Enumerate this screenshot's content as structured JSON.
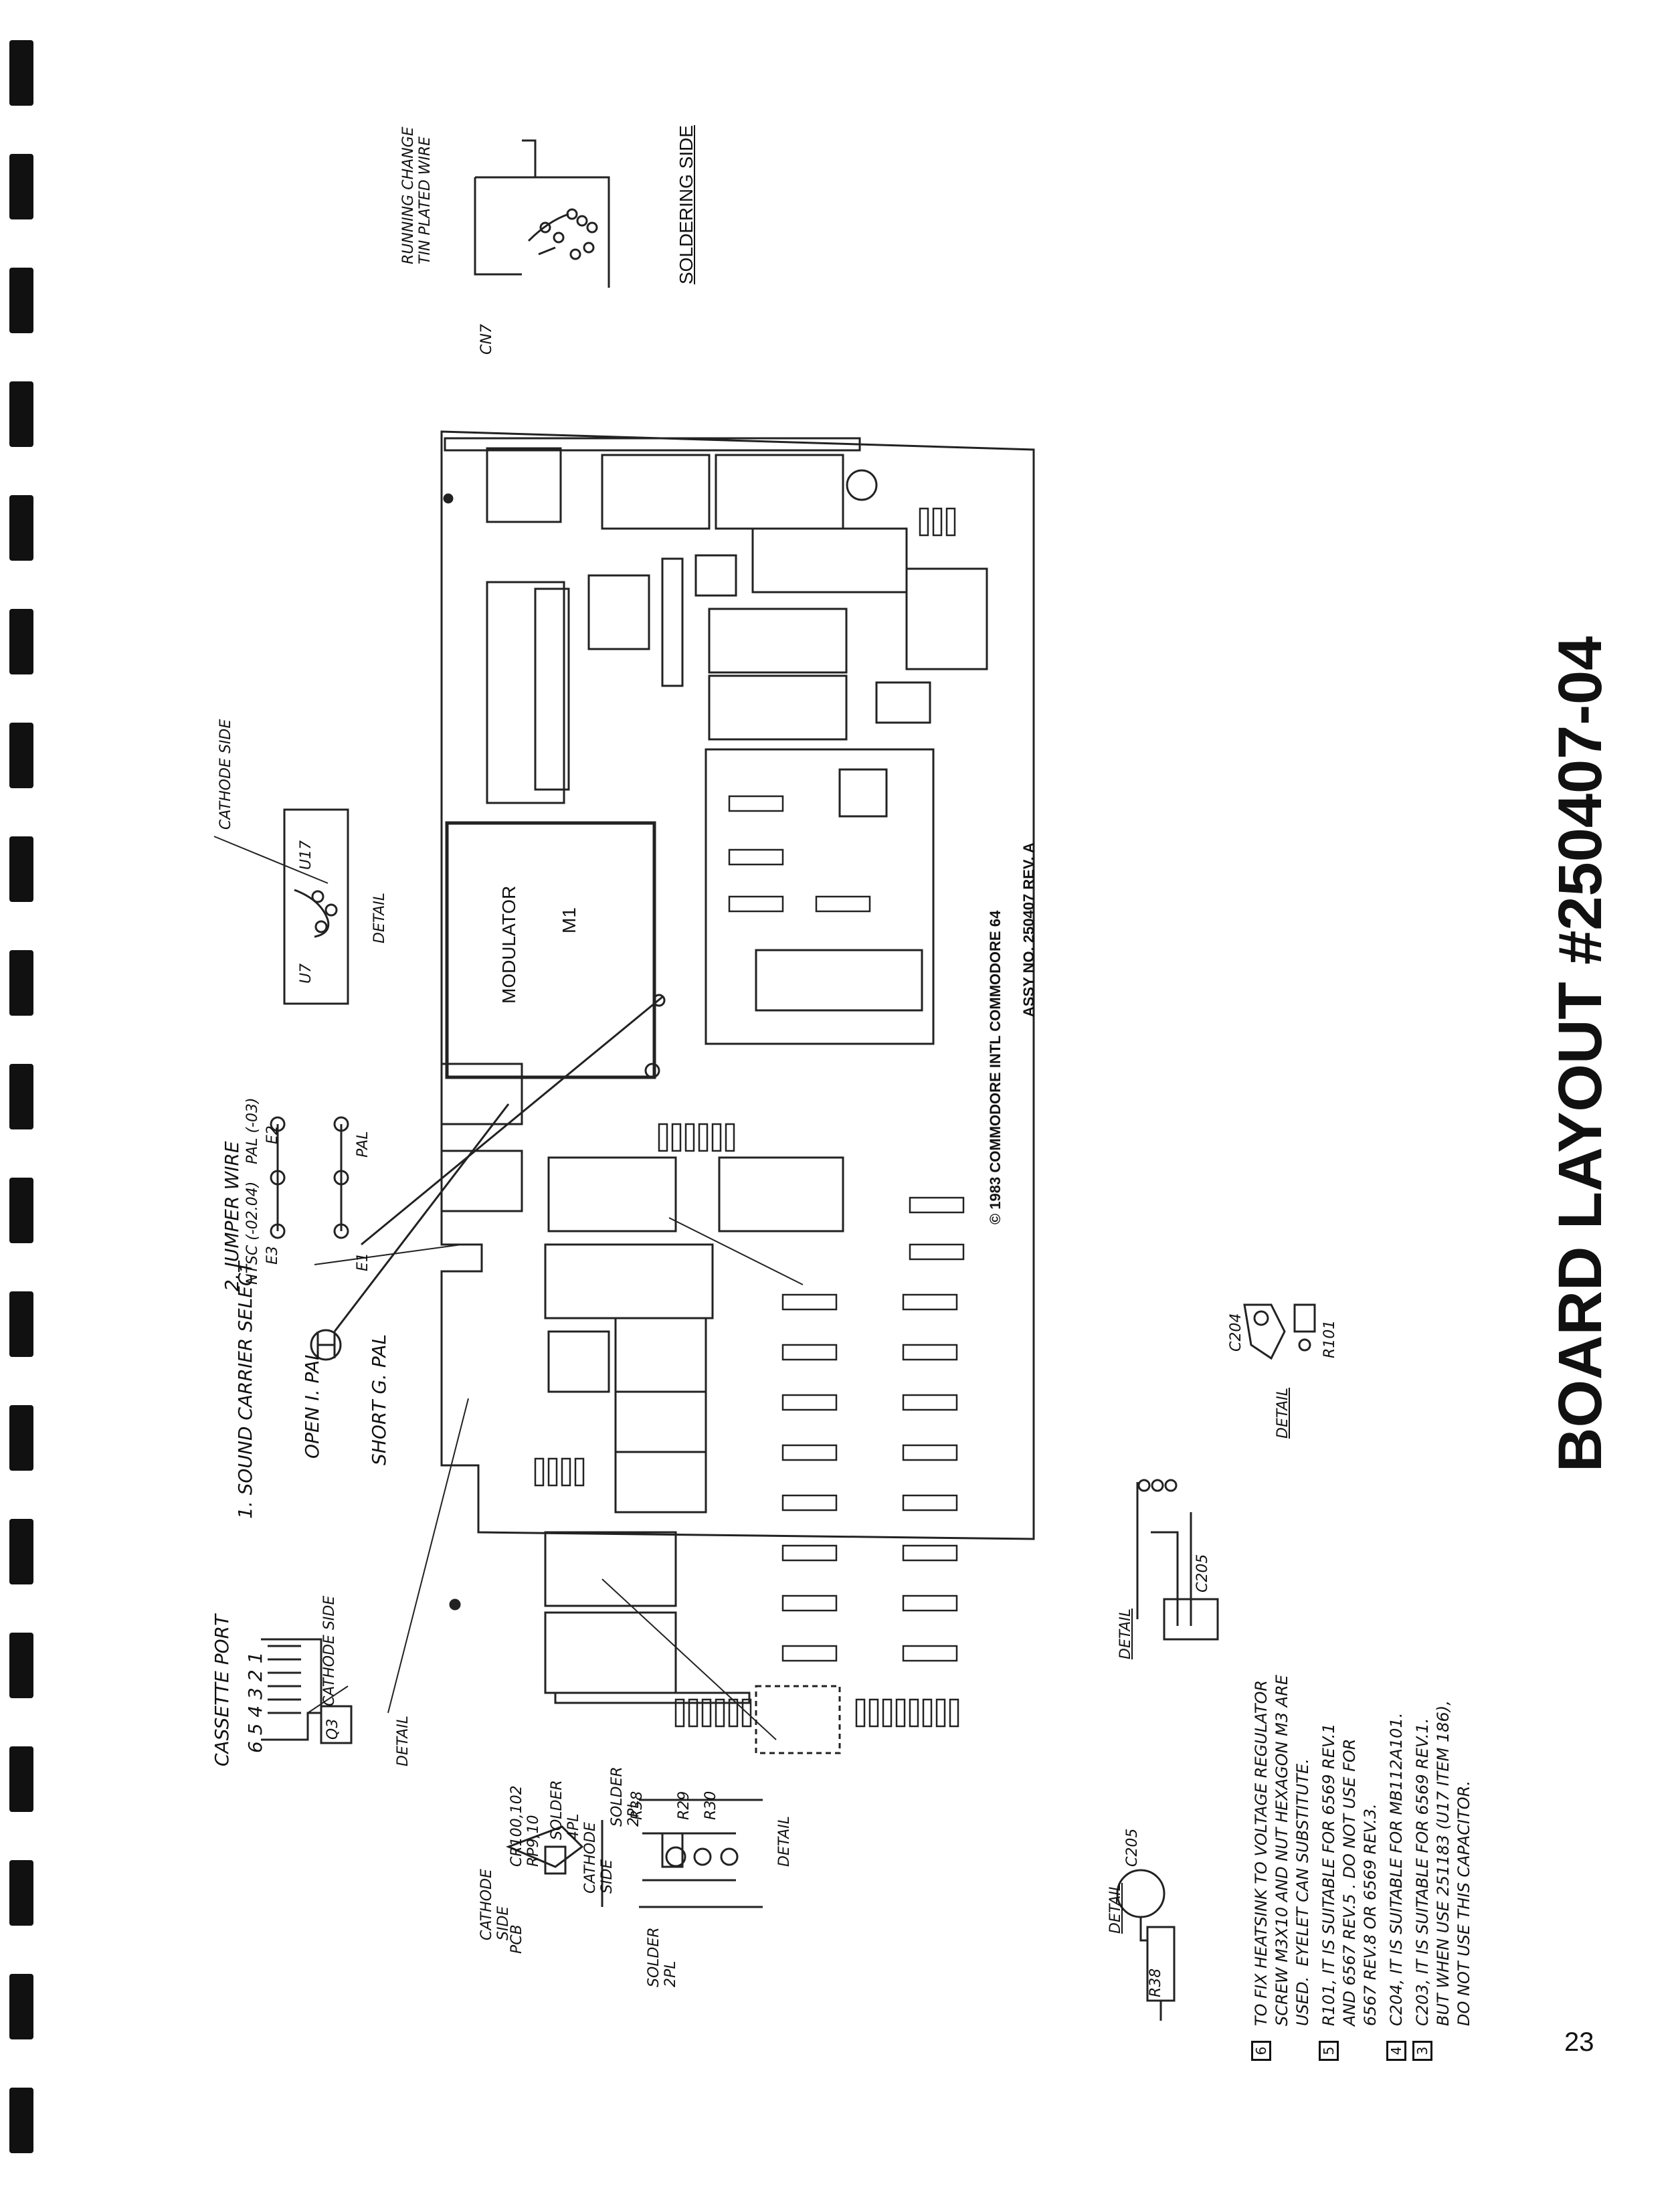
{
  "page": {
    "title": "BOARD LAYOUT #250407-04",
    "page_number": "23"
  },
  "top_inset": {
    "running_change": "RUNNING CHANGE\nTIN PLATED WIRE",
    "soldering_side": "SOLDERING SIDE",
    "connector_label": "CN7"
  },
  "board": {
    "modulator_title": "MODULATOR",
    "modulator_id": "M1",
    "copyright": "© 1983 COMMODORE INTL COMMODORE 64",
    "assy": "ASSY NO. 250407 REV. A"
  },
  "left_callouts": {
    "cathode_side_top": "CATHODE SIDE",
    "u17": "U17",
    "u7": "U7",
    "detail_1": "DETAIL",
    "jumper_wire": "2. JUMPER WIRE",
    "ntsc": "NTSC (-02.04)",
    "pal": "PAL (-03)",
    "e1": "E1",
    "e2": "E2",
    "e3": "E3",
    "pal_side": "PAL",
    "sound_carrier": "1. SOUND CARRIER SELECT",
    "open_pal": "OPEN I. PAL",
    "short_pal": "SHORT G. PAL",
    "cassette_port": "CASSETTE PORT",
    "cassette_pins": "6 5 4 3 2 1",
    "cathode_side_bottom": "CATHODE SIDE",
    "q3": "Q3",
    "detail_2": "DETAIL"
  },
  "bottom_callouts": {
    "cathode_side": "CATHODE\nSIDE",
    "cr_rp": "CR100,102\nRP9,10",
    "solder_4pl": "SOLDER\n4PL",
    "pcb": "PCB",
    "cathode_side_2": "CATHODE\nSIDE",
    "solder_2pl_a": "SOLDER\n2PL",
    "solder_2pl_b": "SOLDER\n2PL",
    "r38": "R38",
    "fb_r29": "R29",
    "fb_r30": "R30",
    "detail_3": "DETAIL",
    "detail_r38": "DETAIL",
    "r38_label": "R38",
    "c205": "C205",
    "detail_c205": "DETAIL",
    "c205_b": "C205",
    "detail_c204": "DETAIL",
    "c204_lbl": "C204",
    "r101_lbl": "R101"
  },
  "notes": [
    {
      "num": "6",
      "text": "TO FIX HEATSINK TO VOLTAGE REGULATOR\nSCREW M3X10 AND NUT HEXAGON M3 ARE\nUSED.  EYELET CAN SUBSTITUTE."
    },
    {
      "num": "5",
      "text": "R101, IT IS SUITABLE FOR 6569 REV.1\nAND 6567 REV.5 . DO NOT USE FOR\n6567 REV.8 OR 6569 REV.3."
    },
    {
      "num": "4",
      "text": "C204, IT IS SUITABLE FOR MB112A101."
    },
    {
      "num": "3",
      "text": "C203, IT IS SUITABLE FOR 6569 REV.1.\nBUT WHEN USE 251183 (U17 ITEM 186),\nDO NOT USE THIS CAPACITOR."
    }
  ]
}
